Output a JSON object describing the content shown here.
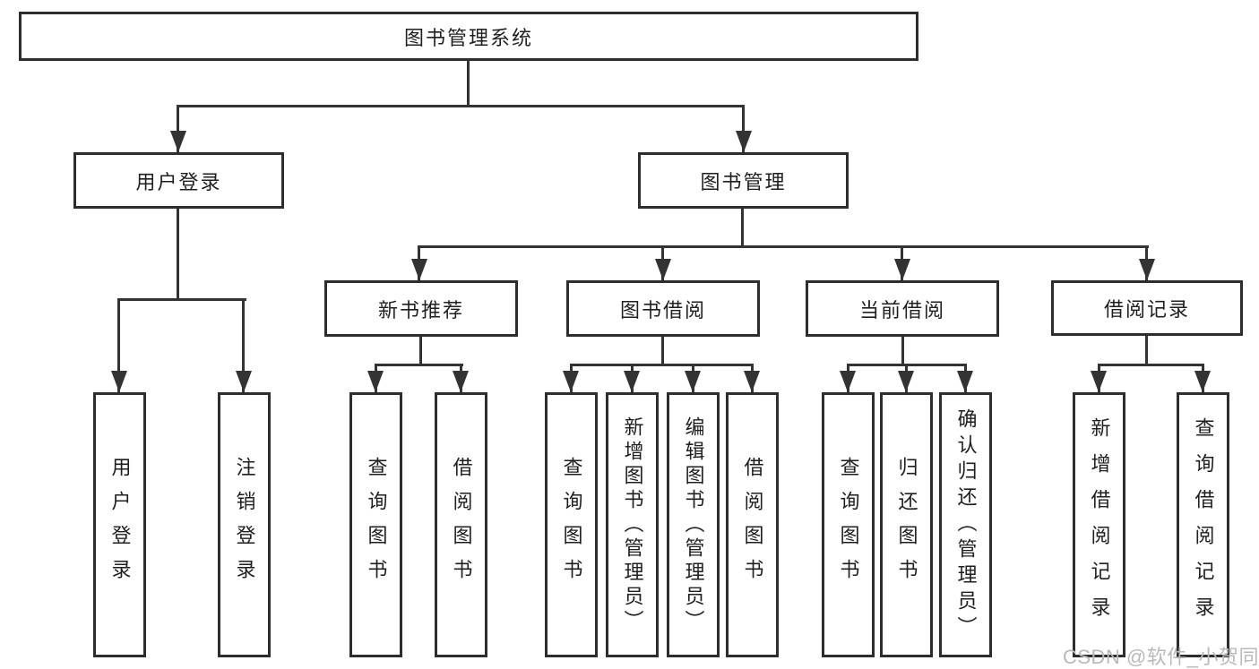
{
  "tree": {
    "root": {
      "label": "图书管理系统",
      "children": [
        {
          "label": "用户登录",
          "children": [
            {
              "label": "用户登录"
            },
            {
              "label": "注销登录"
            }
          ]
        },
        {
          "label": "图书管理",
          "children": [
            {
              "label": "新书推荐",
              "children": [
                {
                  "label": "查询图书"
                },
                {
                  "label": "借阅图书"
                }
              ]
            },
            {
              "label": "图书借阅",
              "children": [
                {
                  "label": "查询图书"
                },
                {
                  "label": "新增图书（管理员）"
                },
                {
                  "label": "编辑图书（管理员）"
                },
                {
                  "label": "借阅图书"
                }
              ]
            },
            {
              "label": "当前借阅",
              "children": [
                {
                  "label": "查询图书"
                },
                {
                  "label": "归还图书"
                },
                {
                  "label": "确认归还（管理员）"
                }
              ]
            },
            {
              "label": "借阅记录",
              "children": [
                {
                  "label": "新增借阅记录"
                },
                {
                  "label": "查询借阅记录"
                }
              ]
            }
          ]
        }
      ]
    }
  },
  "watermark": {
    "text": "CSDN @软件_小贺同学"
  },
  "colors": {
    "line": "#333333",
    "box_border": "#2d2d2d",
    "text": "#1f1f1f",
    "watermark": "#b9b9b9",
    "background": "#ffffff"
  }
}
